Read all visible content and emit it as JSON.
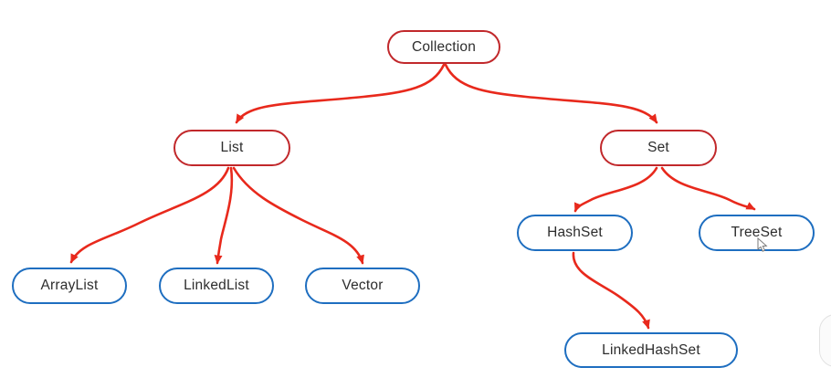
{
  "diagram": {
    "nodes": {
      "collection": {
        "label": "Collection"
      },
      "list": {
        "label": "List"
      },
      "set": {
        "label": "Set"
      },
      "arraylist": {
        "label": "ArrayList"
      },
      "linkedlist": {
        "label": "LinkedList"
      },
      "vector": {
        "label": "Vector"
      },
      "hashset": {
        "label": "HashSet"
      },
      "treeset": {
        "label": "TreeSet"
      },
      "linkedhashset": {
        "label": "LinkedHashSet"
      }
    },
    "edges": [
      {
        "from": "Collection",
        "to": "List"
      },
      {
        "from": "Collection",
        "to": "Set"
      },
      {
        "from": "List",
        "to": "ArrayList"
      },
      {
        "from": "List",
        "to": "LinkedList"
      },
      {
        "from": "List",
        "to": "Vector"
      },
      {
        "from": "Set",
        "to": "HashSet"
      },
      {
        "from": "Set",
        "to": "TreeSet"
      },
      {
        "from": "HashSet",
        "to": "LinkedHashSet"
      }
    ],
    "colors": {
      "parent_node_border": "#c1282b",
      "child_node_border": "#1e6ec0",
      "arrow": "#e8291c",
      "text": "#2d2d2d",
      "background": "#ffffff"
    }
  }
}
